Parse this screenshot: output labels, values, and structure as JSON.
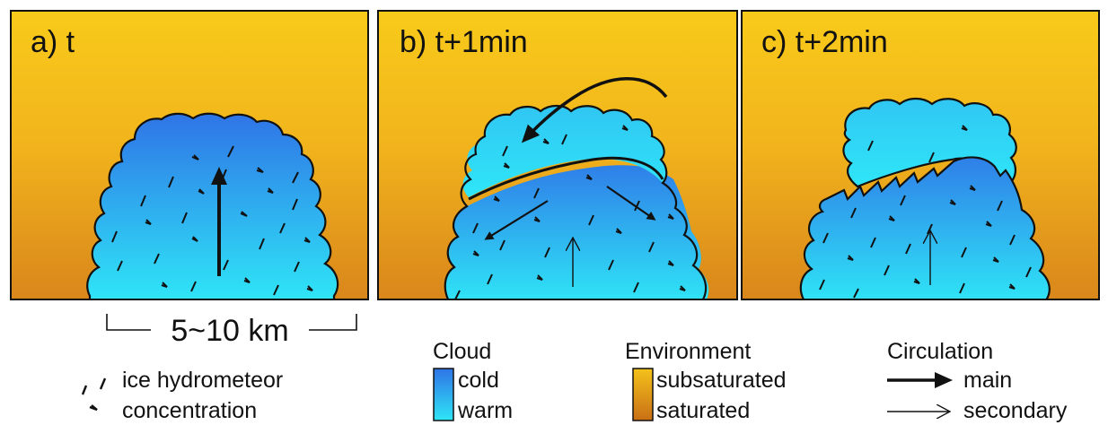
{
  "panels": [
    {
      "label": "a) t"
    },
    {
      "label": "b) t+1min"
    },
    {
      "label": "c) t+2min"
    }
  ],
  "scale_bar": {
    "label": "5~10 km"
  },
  "legend": {
    "hydrometeor": {
      "line1": "ice hydrometeor",
      "line2": "concentration"
    },
    "cloud": {
      "title": "Cloud",
      "items": [
        "cold",
        "warm"
      ]
    },
    "environment": {
      "title": "Environment",
      "items": [
        "subsaturated",
        "saturated"
      ]
    },
    "circulation": {
      "title": "Circulation",
      "items": [
        "main",
        "secondary"
      ]
    }
  },
  "colors": {
    "env_top": "#f7c81a",
    "env_bottom": "#d9841a",
    "cloud_cold": "#2f7fe8",
    "cloud_warm": "#2fe2f6",
    "outline": "#111111"
  }
}
